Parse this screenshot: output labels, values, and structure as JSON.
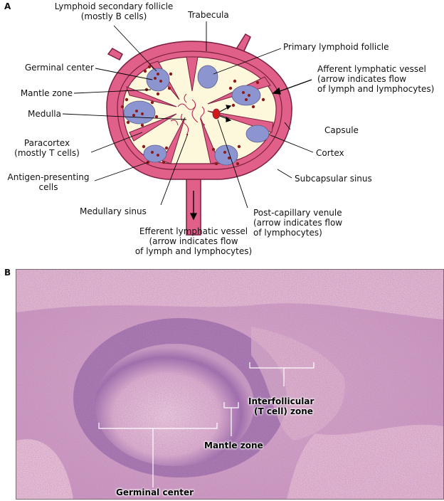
{
  "panels": {
    "a": "A",
    "b": "B"
  },
  "diagram": {
    "labels": {
      "lymphoid_secondary_follicle": [
        "Lymphoid secondary follicle",
        "(mostly B cells)"
      ],
      "trabecula": [
        "Trabecula"
      ],
      "primary_lymphoid_follicle": [
        "Primary lymphoid follicle"
      ],
      "germinal_center": [
        "Germinal center"
      ],
      "afferent_lymphatic_vessel": [
        "Afferent lymphatic vessel",
        "(arrow indicates flow",
        "of lymph and lymphocytes)"
      ],
      "mantle_zone": [
        "Mantle zone"
      ],
      "medulla": [
        "Medulla"
      ],
      "capsule": [
        "Capsule"
      ],
      "paracortex": [
        "Paracortex",
        "(mostly T cells)"
      ],
      "cortex": [
        "Cortex"
      ],
      "antigen_presenting_cells": [
        "Antigen-presenting",
        "cells"
      ],
      "subcapsular_sinus": [
        "Subcapsular sinus"
      ],
      "medullary_sinus": [
        "Medullary sinus"
      ],
      "post_capillary_venule": [
        "Post-capillary venule",
        "(arrow indicates flow",
        "of lymphocytes)"
      ],
      "efferent_lymphatic_vessel": [
        "Efferent lymphatic vessel",
        "(arrow indicates flow",
        "of lymph and lymphocytes)"
      ]
    }
  },
  "micrograph": {
    "labels": {
      "interfollicular_zone": [
        "Interfollicular",
        "(T cell) zone"
      ],
      "mantle_zone": [
        "Mantle zone"
      ],
      "germinal_center": [
        "Germinal center"
      ]
    }
  },
  "colors": {
    "capsule_pink": "#e0608a",
    "outline": "#7a1f3d",
    "cortex_cream": "#fdf8dc",
    "follicle_blue": "#8c95cf",
    "dot_red": "#8b1a1a",
    "venule_red": "#d11a1a",
    "tissue_pink": "#e7b9cc",
    "tissue_purple": "#8a5a9a"
  }
}
